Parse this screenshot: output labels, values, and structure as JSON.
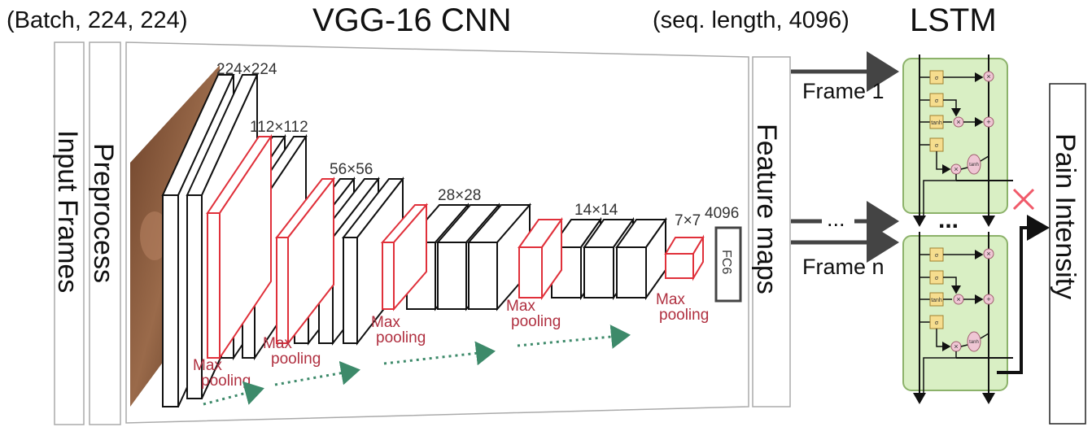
{
  "headers": {
    "batch_shape": "(Batch, 224, 224)",
    "cnn_title": "VGG-16 CNN",
    "seq_shape": "(seq. length, 4096)",
    "lstm_title": "LSTM"
  },
  "columns": {
    "input_frames": "Input Frames",
    "preprocess": "Preprocess",
    "feature_maps": "Feature maps",
    "pain_intensity": "Pain Intensity"
  },
  "vgg": {
    "dims": [
      "224×224",
      "112×112",
      "56×56",
      "28×28",
      "14×14",
      "7×7",
      "4096"
    ],
    "fc_label": "FC6",
    "pool_line1": "Max",
    "pool_line2": "pooling"
  },
  "frames": {
    "frame1": "Frame 1",
    "ellipsis": "...",
    "framen": "Frame n",
    "between_cells": "..."
  },
  "lstm_gates": {
    "sigma": "σ",
    "tanh": "tanh",
    "times": "×",
    "plus": "+"
  },
  "colors": {
    "lstm_fill": "#d9efc4",
    "lstm_stroke": "#8cb26a",
    "gate_fill": "#f6dd8e",
    "op_fill": "#efc6d4",
    "pool_red": "#e0303a",
    "cross_red": "#f05a6a",
    "dotted_arrow": "#3d8a6a",
    "face": "#8a5a3c"
  }
}
